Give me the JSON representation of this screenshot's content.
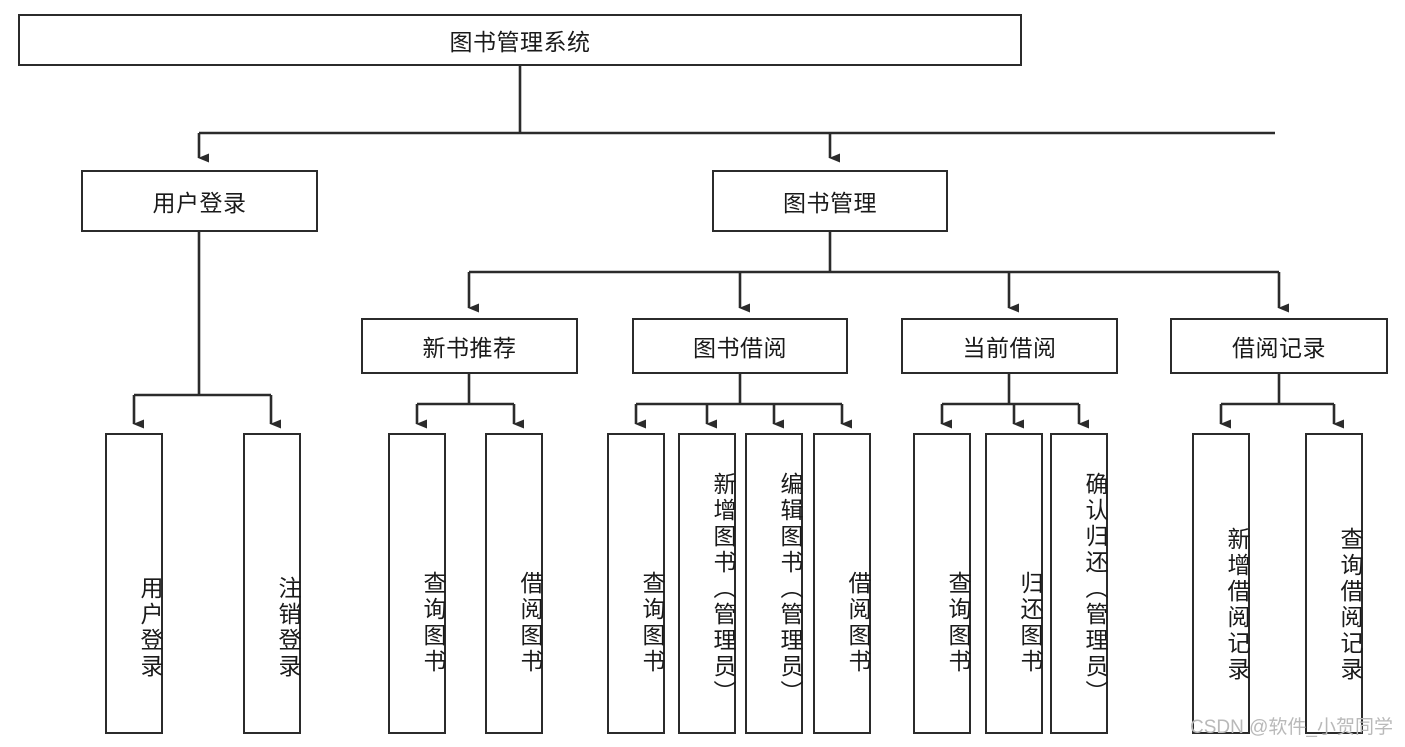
{
  "diagram": {
    "title": "图书管理系统",
    "type": "hierarchy-tree",
    "watermark": "CSDN @软件_小贺同学",
    "colors": {
      "border": "#2b2b2b",
      "background": "#ffffff",
      "text": "#1a1a1a",
      "watermark": "#b9b9b9"
    },
    "levels": {
      "root": {
        "label": "图书管理系统"
      },
      "level2": [
        {
          "label": "用户登录"
        },
        {
          "label": "图书管理"
        }
      ],
      "level3": [
        {
          "label": "新书推荐"
        },
        {
          "label": "图书借阅"
        },
        {
          "label": "当前借阅"
        },
        {
          "label": "借阅记录"
        }
      ],
      "leaves": [
        {
          "label": "用户登录"
        },
        {
          "label": "注销登录"
        },
        {
          "label": "查询图书"
        },
        {
          "label": "借阅图书"
        },
        {
          "label": "查询图书"
        },
        {
          "label": "新增图书（管理员）"
        },
        {
          "label": "编辑图书（管理员）"
        },
        {
          "label": "借阅图书"
        },
        {
          "label": "查询图书"
        },
        {
          "label": "归还图书"
        },
        {
          "label": "确认归还（管理员）"
        },
        {
          "label": "新增借阅记录"
        },
        {
          "label": "查询借阅记录"
        }
      ]
    }
  }
}
